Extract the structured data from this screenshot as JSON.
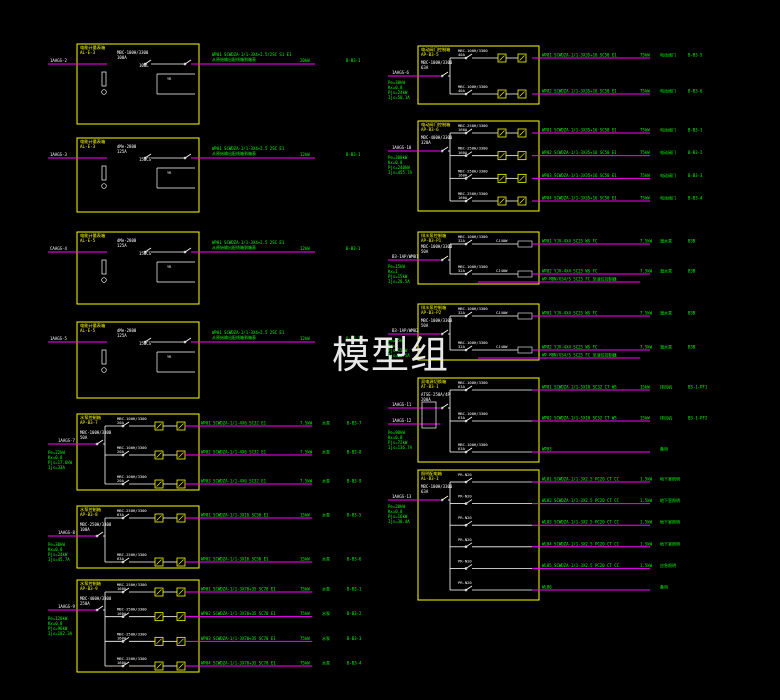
{
  "watermark": "模型组",
  "colors": {
    "background": "#000000",
    "box": "#ffff00",
    "feeder": "#ff00ff",
    "text_green": "#00ff00",
    "text_yellow": "#ffff00",
    "text_white": "#ffffff"
  },
  "left_panels": [
    {
      "kind": "meter",
      "incoming": "1AAGS-2",
      "header": [
        "电能计量表箱",
        "AL-E-3"
      ],
      "breaker": [
        "MBC-100H/3300",
        "100A"
      ],
      "tag": "100L",
      "spec": [
        "WP01 SCWDZA-1/1-3X4+2.5/2SC S1 E1",
        "从原始输出配线箱到箱表"
      ],
      "load": "20kW",
      "code": "B-B3-1"
    },
    {
      "kind": "meter",
      "incoming": "1AAGS-3",
      "header": [
        "电能计量表箱",
        "AL-E-3"
      ],
      "breaker": [
        "dMe-2800",
        "125A"
      ],
      "tag": "150CS",
      "spec": [
        "WP01 SCWDZA-1/1-3X4+2.5 2SC E1",
        "从原始输出配线箱到箱表"
      ],
      "load": "12kW",
      "code": "B-B3-1"
    },
    {
      "kind": "meter",
      "incoming": "CAAGS-4",
      "header": [
        "电能计量表箱",
        "AL-E-5"
      ],
      "breaker": [
        "dMe-2800",
        "125A"
      ],
      "tag": "150CS",
      "spec": [
        "WP01 SCWDZA-1/1-3X4+2.5 2SC E1",
        "从原始输出配线箱到箱表"
      ],
      "load": "12kW",
      "code": "B-B3-1"
    },
    {
      "kind": "meter",
      "incoming": "1AAGS-5",
      "header": [
        "电能计量表箱",
        "AL-E-5"
      ],
      "breaker": [
        "dMe-2800",
        "125A"
      ],
      "tag": "150CS",
      "spec": [
        "WP01 SCWDZA-1/1-3X4+2.5 2SC E1",
        "从原始输出配线箱到箱表"
      ],
      "load": "12kW",
      "code": "B-B3-1"
    },
    {
      "kind": "dist",
      "incoming": "1AAGS-7",
      "header": [
        "水泵控制箱",
        "AP-B3-7"
      ],
      "main": [
        "MBC-100H/3300",
        "50A"
      ],
      "calc": [
        "Pe=22kW",
        "Kx=0.8",
        "Pjs=17.6kW",
        "Ijs=33A"
      ],
      "feeders": [
        {
          "breaker": [
            "MBC-100H/3300",
            "20A"
          ],
          "spec": "WP01 SCWDZA-1/1-4X6 SC32 E1",
          "load": "7.5kW",
          "name": "水泵",
          "code": "B-B3-7"
        },
        {
          "breaker": [
            "MBC-100H/3300",
            "20A"
          ],
          "spec": "WP02 SCWDZA-1/1-4X6 SC32 E1",
          "load": "7.5kW",
          "name": "水泵",
          "code": "B-B3-8"
        },
        {
          "breaker": [
            "MBC-100H/3300",
            "20A"
          ],
          "spec": "WP03 SCWDZA-1/1-4X6 SC32 E1",
          "load": "7.5kW",
          "name": "水泵",
          "code": "B-B3-9"
        }
      ]
    },
    {
      "kind": "dist",
      "incoming": "1AAGS-8",
      "header": [
        "水泵控制箱",
        "AP-B3-8"
      ],
      "main": [
        "MBC-250H/3300",
        "100A"
      ],
      "calc": [
        "Pe=30kW",
        "Kx=0.8",
        "Pjs=24kW",
        "Ijs=45.7A"
      ],
      "feeders": [
        {
          "breaker": [
            "MBC-250H/3300",
            "63A"
          ],
          "spec": "WP01 SCWDZA-1/1-3X16 SC50 E1",
          "load": "15kW",
          "name": "水泵",
          "code": "B-B3-5"
        },
        {
          "breaker": [
            "MBC-250H/3300",
            "63A"
          ],
          "spec": "WP02 SCWDZA-1/1-3X16 SC50 E1",
          "load": "15kW",
          "name": "水泵",
          "code": "B-B3-6"
        }
      ]
    },
    {
      "kind": "dist",
      "incoming": "1AAGS-9",
      "header": [
        "水泵控制箱",
        "AP-B3-9"
      ],
      "main": [
        "MBC-400H/3300",
        "250A"
      ],
      "calc": [
        "Pe=120kW",
        "Kx=0.8",
        "Pjs=96kW",
        "Ijs=182.3A"
      ],
      "feeders": [
        {
          "breaker": [
            "MBC-250H/3300",
            "160A"
          ],
          "spec": "WP01 SCWDZA-1/1-3X70+35 SC70 E1",
          "load": "75kW",
          "name": "水泵",
          "code": "B-B3-1"
        },
        {
          "breaker": [
            "MBC-250H/3300",
            "160A"
          ],
          "spec": "WP02 SCWDZA-1/1-3X70+35 SC70 E1",
          "load": "75kW",
          "name": "水泵",
          "code": "B-B3-2"
        },
        {
          "breaker": [
            "MBC-250H/3300",
            "160A"
          ],
          "spec": "WP03 SCWDZA-1/1-3X70+35 SC70 E1",
          "load": "75kW",
          "name": "水泵",
          "code": "B-B3-3"
        },
        {
          "breaker": [
            "MBC-250H/3300",
            "160A"
          ],
          "spec": "WP04 SCWDZA-1/1-3X70+35 SC70 E1",
          "load": "75kW",
          "name": "水泵",
          "code": "B-B3-4"
        }
      ]
    }
  ],
  "right_panels": [
    {
      "incoming": "1AAGS-6",
      "header": [
        "电动阀门控制箱",
        "AP-B3-5"
      ],
      "main": [
        "MBC-100H/3300",
        "63A"
      ],
      "calc": [
        "Pe=30kW",
        "Kx=0.8",
        "Pjs=24kW",
        "Ijs=50.1A"
      ],
      "feeders": [
        {
          "breaker": [
            "MBC-100H/3300",
            "40A"
          ],
          "spec": "WP01 SCWDZA-1/1-3X35+16 SC50 E1",
          "load": "75kW",
          "name": "电动阀门",
          "code": "B-B3-5"
        },
        {
          "breaker": [
            "MBC-100H/3300",
            "40A"
          ],
          "spec": "WP02 SCWDZA-1/1-3X35+16 SC50 E1",
          "load": "75kW",
          "name": "电动阀门",
          "code": "B-B3-6"
        }
      ]
    },
    {
      "incoming": "1AAGS-10",
      "header": [
        "电动阀门控制箱",
        "AP-B3-6"
      ],
      "main": [
        "MBC-400H/3300",
        "320A"
      ],
      "calc": [
        "Pe=300kW",
        "Kx=0.8",
        "Pjs=240kW",
        "Ijs=455.7A"
      ],
      "feeders": [
        {
          "breaker": [
            "MBC-250H/3300",
            "160A"
          ],
          "spec": "WP01 SCWDZA-1/1-3X35+16 SC50 E1",
          "load": "75kW",
          "name": "电动阀门",
          "code": "B-B3-1"
        },
        {
          "breaker": [
            "MBC-250H/3300",
            "160A"
          ],
          "spec": "WP02 SCWDZA-1/1-3X35+16 SC50 E1",
          "load": "75kW",
          "name": "电动阀门",
          "code": "B-B3-2"
        },
        {
          "breaker": [
            "MBC-250H/3300",
            "160A"
          ],
          "spec": "WP03 SCWDZA-1/1-3X35+16 SC50 E1",
          "load": "75kW",
          "name": "电动阀门",
          "code": "B-B3-3"
        },
        {
          "breaker": [
            "MBC-250H/3300",
            "160A"
          ],
          "spec": "WP04 SCWDZA-1/1-3X35+16 SC50 E1",
          "load": "75kW",
          "name": "电动阀门",
          "code": "B-B3-4"
        }
      ]
    },
    {
      "incoming": "B3-1AP/WM01",
      "header": [
        "排水泵控制箱",
        "AP-B3-P1"
      ],
      "main": [
        "MBC-100H/3300",
        "50A"
      ],
      "calc": [
        "Pe=15kW",
        "Kx=1",
        "Pjs=15kW",
        "Ijs=28.5A"
      ],
      "feeders": [
        {
          "breaker": [
            "MBC-100H/3300",
            "32A"
          ],
          "extra": "CJ40W",
          "spec": "WP01 YJV-4X4 SC25 WS FC",
          "load": "7.5kW",
          "name": "潜水泵",
          "code": "B3B"
        },
        {
          "breaker": [
            "MBC-100H/3300",
            "32A"
          ],
          "extra": "CJ40W",
          "spec": "WP02 YJV-4X4 SC25 WS FC",
          "load": "7.5kW",
          "name": "潜水泵",
          "code": "B3B"
        }
      ],
      "sub_note": "WP-MBN/GS4/S SC25 FC 至液位控制器"
    },
    {
      "incoming": "B3-1AP/WM02",
      "header": [
        "排水泵控制箱",
        "AP-B3-P2"
      ],
      "main": [
        "MBC-100H/3300",
        "50A"
      ],
      "calc": [
        "Pe=15kW",
        "Kx=1",
        "Pjs=15kW",
        "Ijs=28.5A"
      ],
      "feeders": [
        {
          "breaker": [
            "MBC-100H/3300",
            "32A"
          ],
          "extra": "CJ40W",
          "spec": "WP01 YJV-4X4 SC25 WS FC",
          "load": "7.5kW",
          "name": "潜水泵",
          "code": "B3B"
        },
        {
          "breaker": [
            "MBC-100H/3300",
            "32A"
          ],
          "extra": "CJ40W",
          "spec": "WP02 YJV-4X4 SC25 WS FC",
          "load": "7.5kW",
          "name": "潜水泵",
          "code": "B3B"
        }
      ],
      "sub_note": "WP-MBN/GS4/S SC25 FC 至液位控制器"
    },
    {
      "incoming": "1AAGS-11",
      "incoming2": "1AAGS-12",
      "header": [
        "双电源切换箱",
        "AT-B3-1"
      ],
      "main": [
        "ATSE-250A/4P",
        "200A"
      ],
      "calc": [
        "Pe=90kW",
        "Kx=0.8",
        "Pjs=72kW",
        "Ijs=136.7A"
      ],
      "feeders": [
        {
          "breaker": [
            "MBC-100H/3300",
            "63A"
          ],
          "spec": "WP01 SCWDZA-1/1-5X10 SC32 CT WS",
          "load": "15kW",
          "name": "排风机",
          "code": "B3-1-PF1"
        },
        {
          "breaker": [
            "MBC-100H/3300",
            "63A"
          ],
          "spec": "WP02 SCWDZA-1/1-5X10 SC32 CT WS",
          "load": "15kW",
          "name": "排风机",
          "code": "B3-1-PF2"
        },
        {
          "breaker": [
            "MBC-100H/3300",
            "63A"
          ],
          "spec": "WP03",
          "load": "",
          "name": "备用",
          "code": ""
        }
      ]
    },
    {
      "incoming": "1AAGS-13",
      "header": [
        "照明配电箱",
        "AL-B3-1"
      ],
      "main": [
        "MBC-100H/3300",
        "63A"
      ],
      "calc": [
        "Pe=20kW",
        "Kx=0.8",
        "Pjs=16kW",
        "Ijs=30.4A"
      ],
      "feeders": [
        {
          "breaker": [
            "PR-N20"
          ],
          "spec": "WL01 SCWDZA-1/1-3X2.5 PC20 CT CC",
          "load": "1.5kW",
          "name": "地下室照明",
          "code": ""
        },
        {
          "breaker": [
            "PR-N20"
          ],
          "spec": "WL02 SCWDZA-1/1-3X2.5 PC20 CT CC",
          "load": "1.5kW",
          "name": "地下室照明",
          "code": ""
        },
        {
          "breaker": [
            "PR-N20"
          ],
          "spec": "WL03 SCWDZA-1/1-3X2.5 PC20 CT CC",
          "load": "1.5kW",
          "name": "地下室照明",
          "code": ""
        },
        {
          "breaker": [
            "PR-N20"
          ],
          "spec": "WL04 SCWDZA-1/1-3X2.5 PC20 CT CC",
          "load": "1.5kW",
          "name": "地下室照明",
          "code": ""
        },
        {
          "breaker": [
            "PR-N20"
          ],
          "spec": "WL05 SCWDZA-1/1-3X2.5 PC20 CT CC",
          "load": "1.5kW",
          "name": "应急照明",
          "code": ""
        },
        {
          "breaker": [
            "PR-N20"
          ],
          "spec": "WL06",
          "load": "",
          "name": "备用",
          "code": ""
        }
      ]
    }
  ]
}
